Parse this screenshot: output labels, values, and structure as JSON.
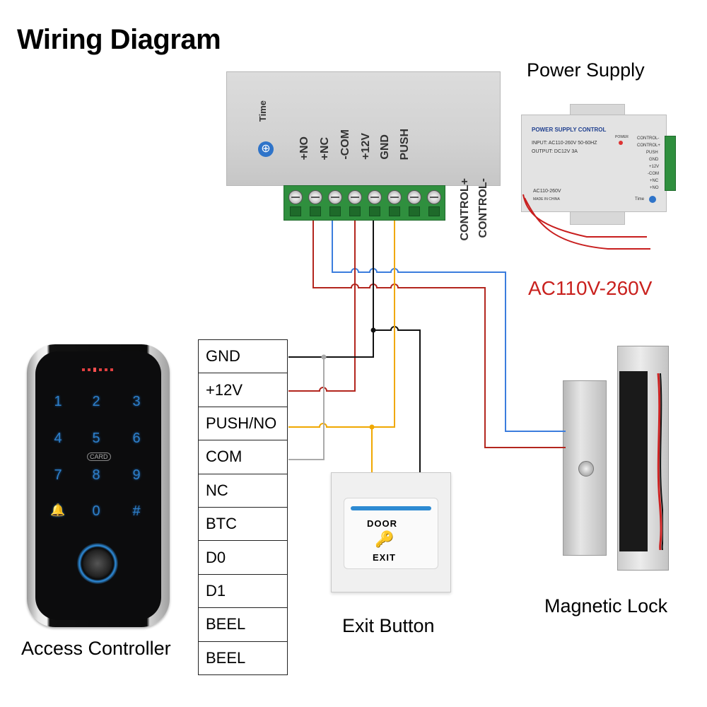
{
  "title": "Wiring Diagram",
  "controller_terminals": {
    "labels": [
      "CONTROL-",
      "CONTROL+",
      "PUSH",
      "GND",
      "+12V",
      "-COM",
      "+NC",
      "+NO"
    ],
    "time_label": "Time"
  },
  "power_supply": {
    "caption": "Power Supply",
    "plate_title": "POWER SUPPLY CONTROL",
    "input_text": "INPUT: AC110-260V 50-60HZ",
    "output_text": "OUTPUT: DC12V  3A",
    "power_label": "POWER",
    "ac_tag": "AC110-260V",
    "made_in": "MADE IN CHINA",
    "terminal_labels": [
      "CONTROL-",
      "CONTROL+",
      "PUSH",
      "GND",
      "+12V",
      "-COM",
      "+NC",
      "+NO"
    ],
    "time_label": "Time"
  },
  "ac_input": "AC110V-260V",
  "access_controller": {
    "caption": "Access Controller",
    "keys": [
      "1",
      "2",
      "3",
      "4",
      "5",
      "6",
      "7",
      "8",
      "9",
      "🔔",
      "0",
      "#"
    ],
    "card_label": "CARD"
  },
  "terminal_table": {
    "rows": [
      "GND",
      "+12V",
      "PUSH/NO",
      "COM",
      "NC",
      "BTC",
      "D0",
      "D1",
      "BEEL",
      "BEEL"
    ]
  },
  "exit_button": {
    "caption": "Exit Button",
    "top_text": "DOOR",
    "bottom_text": "EXIT"
  },
  "magnetic_lock": {
    "caption": "Magnetic Lock"
  },
  "wire_colors": {
    "black": "#111111",
    "red": "#b3261e",
    "blue": "#3b7ddd",
    "orange": "#f0a800",
    "gray": "#aaaaaa"
  }
}
